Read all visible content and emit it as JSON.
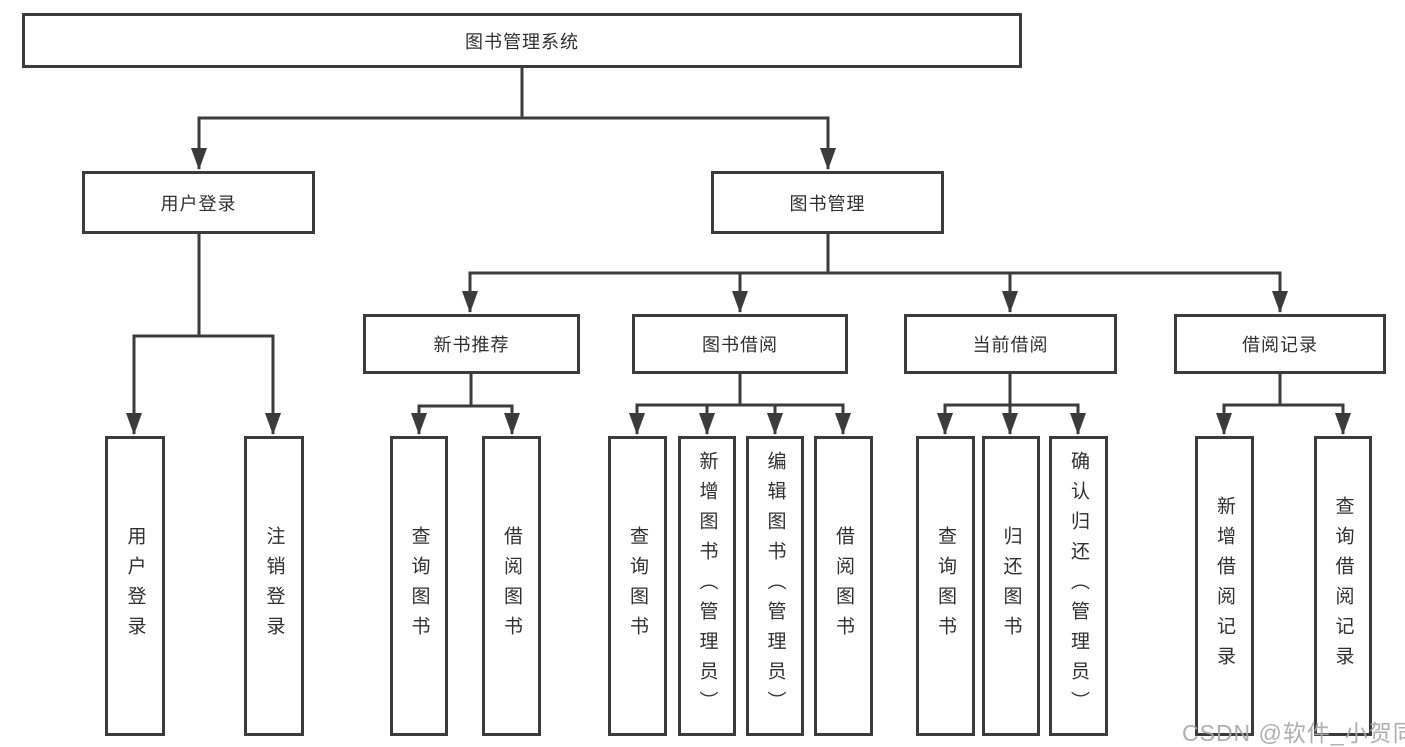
{
  "root": {
    "label": "图书管理系统"
  },
  "branches": [
    {
      "label": "用户登录",
      "children": [
        {
          "label": "用户登录"
        },
        {
          "label": "注销登录"
        }
      ]
    },
    {
      "label": "图书管理",
      "children": [
        {
          "label": "新书推荐",
          "children": [
            {
              "label": "查询图书"
            },
            {
              "label": "借阅图书"
            }
          ]
        },
        {
          "label": "图书借阅",
          "children": [
            {
              "label": "查询图书"
            },
            {
              "label": "新增图书（管理员）"
            },
            {
              "label": "编辑图书（管理员）"
            },
            {
              "label": "借阅图书"
            }
          ]
        },
        {
          "label": "当前借阅",
          "children": [
            {
              "label": "查询图书"
            },
            {
              "label": "归还图书"
            },
            {
              "label": "确认归还（管理员）"
            }
          ]
        },
        {
          "label": "借阅记录",
          "children": [
            {
              "label": "新增借阅记录"
            },
            {
              "label": "查询借阅记录"
            }
          ]
        }
      ]
    }
  ],
  "watermark": "CSDN @软件_小贺同学",
  "colors": {
    "line": "#3b3b3b",
    "text": "#303030",
    "watermark": "#a8a8a8",
    "background": "#ffffff"
  }
}
